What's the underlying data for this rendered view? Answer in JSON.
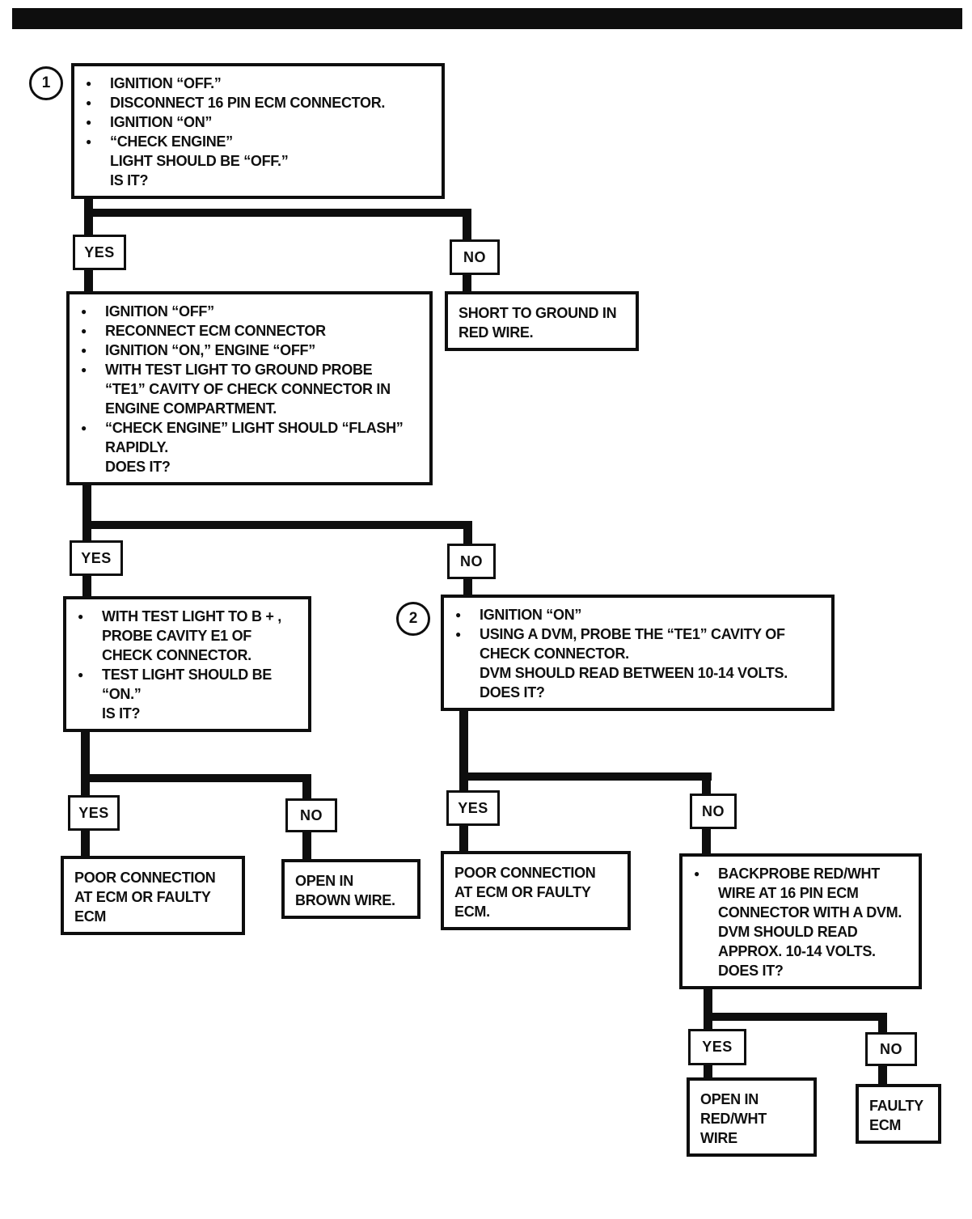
{
  "labels": {
    "yes": "YES",
    "no": "NO"
  },
  "badges": {
    "one": "1",
    "two": "2"
  },
  "nodes": {
    "d1": {
      "lines": [
        {
          "b": 1,
          "t": "IGNITION “OFF.”"
        },
        {
          "b": 1,
          "t": "DISCONNECT 16 PIN ECM CONNECTOR."
        },
        {
          "b": 1,
          "t": "IGNITION “ON”"
        },
        {
          "b": 1,
          "t": "“CHECK ENGINE”"
        },
        {
          "b": 0,
          "t": "LIGHT SHOULD BE “OFF.”"
        },
        {
          "b": 0,
          "t": "IS IT?"
        }
      ]
    },
    "r_short": {
      "lines": [
        {
          "b": 0,
          "t": "SHORT TO GROUND IN"
        },
        {
          "b": 0,
          "t": "RED WIRE."
        }
      ]
    },
    "d2": {
      "lines": [
        {
          "b": 1,
          "t": "IGNITION “OFF”"
        },
        {
          "b": 1,
          "t": "RECONNECT ECM CONNECTOR"
        },
        {
          "b": 1,
          "t": "IGNITION “ON,” ENGINE “OFF”"
        },
        {
          "b": 1,
          "t": "WITH TEST LIGHT TO GROUND PROBE"
        },
        {
          "b": 0,
          "t": "“TE1” CAVITY OF CHECK CONNECTOR IN"
        },
        {
          "b": 0,
          "t": "ENGINE COMPARTMENT."
        },
        {
          "b": 1,
          "t": "“CHECK ENGINE” LIGHT SHOULD “FLASH”"
        },
        {
          "b": 0,
          "t": "RAPIDLY."
        },
        {
          "b": 0,
          "t": "DOES IT?"
        }
      ]
    },
    "d3": {
      "lines": [
        {
          "b": 1,
          "t": "WITH TEST LIGHT TO B + ,"
        },
        {
          "b": 0,
          "t": "PROBE CAVITY E1 OF"
        },
        {
          "b": 0,
          "t": "CHECK CONNECTOR."
        },
        {
          "b": 1,
          "t": "TEST LIGHT SHOULD BE"
        },
        {
          "b": 0,
          "t": "“ON.”"
        },
        {
          "b": 0,
          "t": "IS IT?"
        }
      ]
    },
    "d4": {
      "lines": [
        {
          "b": 1,
          "t": "IGNITION “ON”"
        },
        {
          "b": 1,
          "t": "USING A DVM, PROBE THE “TE1” CAVITY OF"
        },
        {
          "b": 0,
          "t": "CHECK CONNECTOR."
        },
        {
          "b": 0,
          "t": "DVM SHOULD READ BETWEEN 10-14 VOLTS."
        },
        {
          "b": 0,
          "t": "DOES IT?"
        }
      ]
    },
    "r_poor1": {
      "lines": [
        {
          "b": 0,
          "t": "POOR CONNECTION"
        },
        {
          "b": 0,
          "t": "AT ECM OR FAULTY"
        },
        {
          "b": 0,
          "t": "ECM"
        }
      ]
    },
    "r_brown": {
      "lines": [
        {
          "b": 0,
          "t": "OPEN IN"
        },
        {
          "b": 0,
          "t": "BROWN WIRE."
        }
      ]
    },
    "r_poor2": {
      "lines": [
        {
          "b": 0,
          "t": "POOR CONNECTION"
        },
        {
          "b": 0,
          "t": "AT ECM OR FAULTY"
        },
        {
          "b": 0,
          "t": "ECM."
        }
      ]
    },
    "d5": {
      "lines": [
        {
          "b": 1,
          "t": "BACKPROBE RED/WHT"
        },
        {
          "b": 0,
          "t": "WIRE AT 16 PIN ECM"
        },
        {
          "b": 0,
          "t": "CONNECTOR WITH A DVM."
        },
        {
          "b": 0,
          "t": "DVM SHOULD READ"
        },
        {
          "b": 0,
          "t": "APPROX. 10-14 VOLTS."
        },
        {
          "b": 0,
          "t": "DOES IT?"
        }
      ]
    },
    "r_redwht": {
      "lines": [
        {
          "b": 0,
          "t": "OPEN IN"
        },
        {
          "b": 0,
          "t": "RED/WHT"
        },
        {
          "b": 0,
          "t": "WIRE"
        }
      ]
    },
    "r_faulty": {
      "lines": [
        {
          "b": 0,
          "t": "FAULTY"
        },
        {
          "b": 0,
          "t": "ECM"
        }
      ]
    }
  }
}
